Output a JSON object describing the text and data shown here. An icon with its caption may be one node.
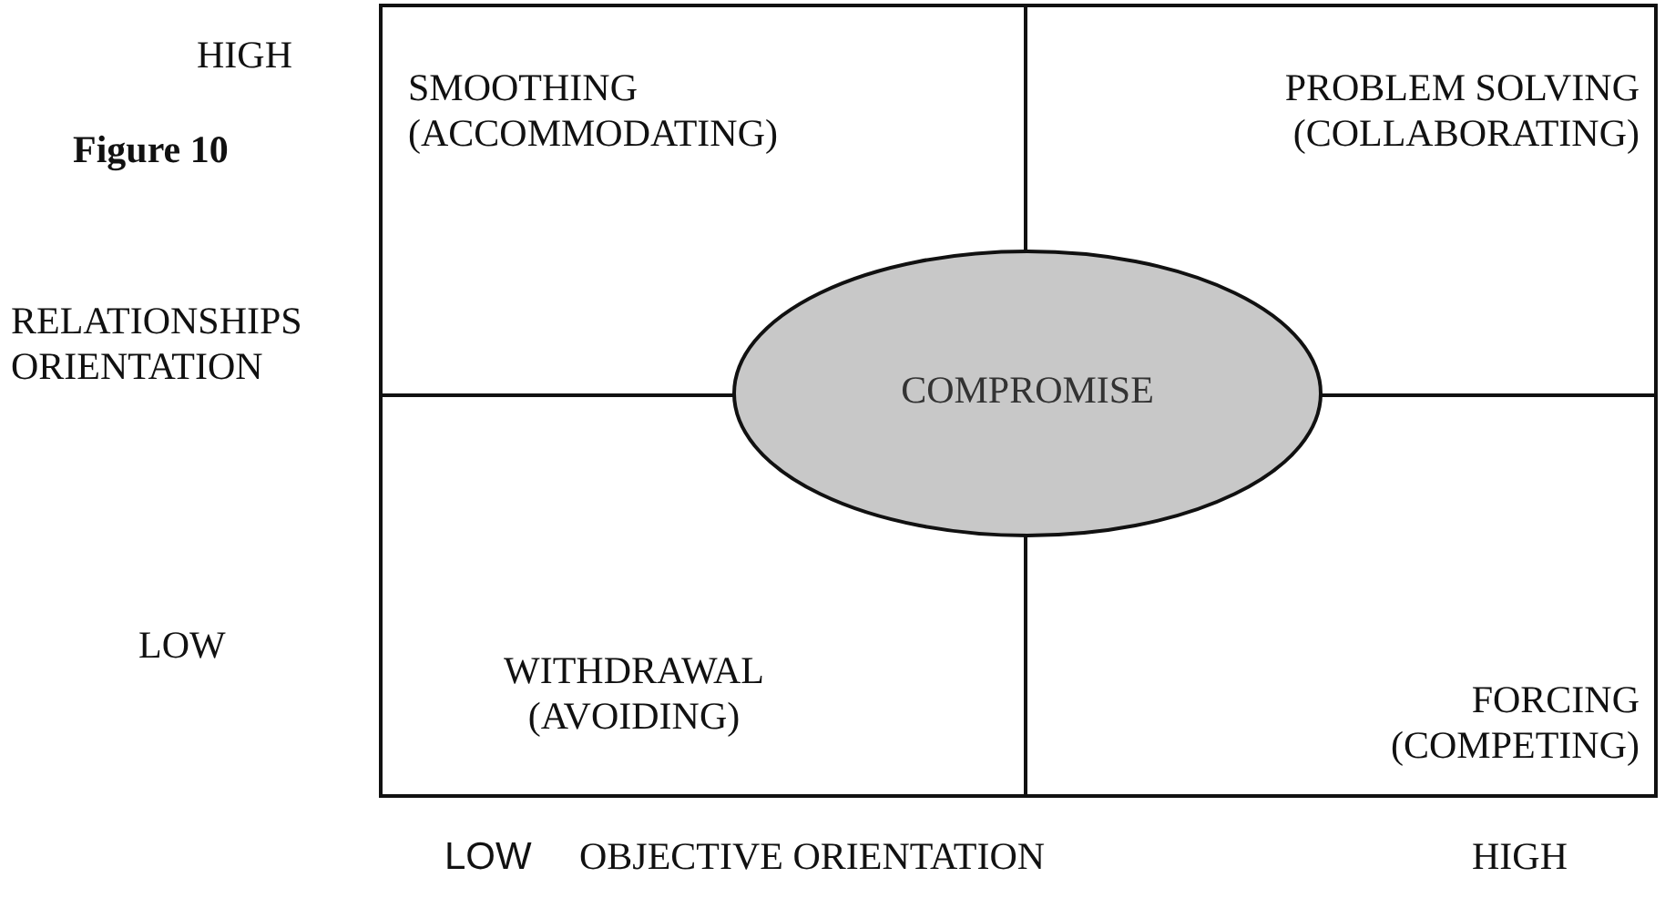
{
  "diagram": {
    "title": "Figure 10",
    "nodes": [
      {
        "text": [],
        "shape": "box"
      },
      {
        "text": [
          "SMOOTHING (ACCOMMODATING)"
        ],
        "in": 0
      },
      {
        "text": [
          "PROBLEM SOLVING (COLLABORATING)"
        ],
        "in": 0
      },
      {
        "text": [
          "WITHDRAWAL (AVOIDING)"
        ],
        "in": 0
      },
      {
        "text": [
          "FORCING (COMPETING)"
        ],
        "in": 0
      },
      {
        "text": [
          "COMPROMISE"
        ],
        "in": 0
      }
    ],
    "edges": [],
    "labels": [
      "HIGH",
      "RELATIONSHIPS ORIENTATION",
      "LOW",
      "LOW",
      "OBJECTIVE ORIENTATION",
      "HIGH"
    ]
  }
}
